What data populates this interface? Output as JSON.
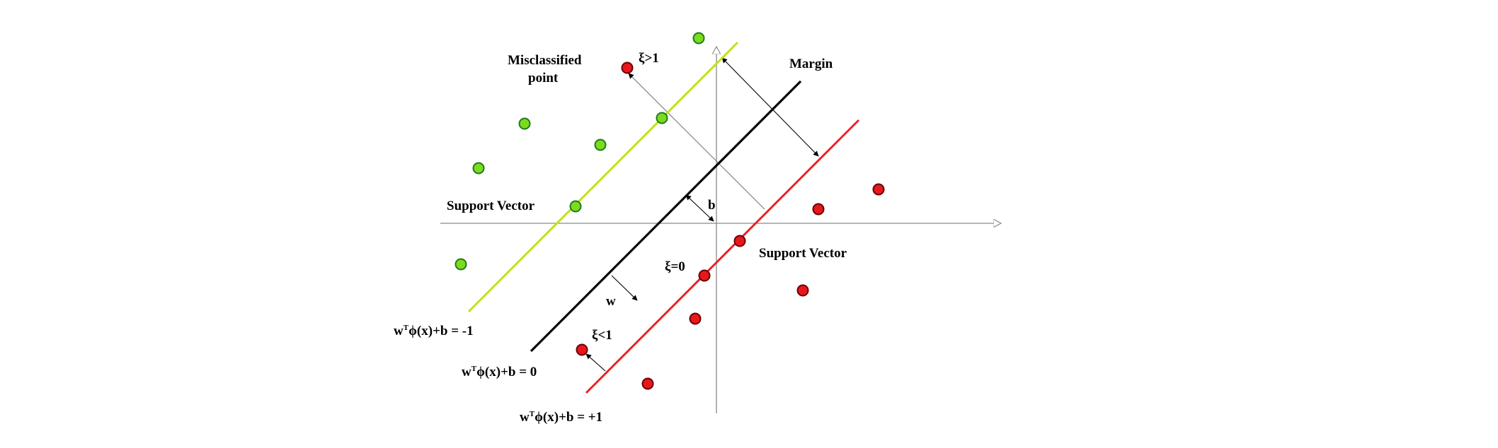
{
  "labels": {
    "misclassified_line1": "Misclassified",
    "misclassified_line2": "point",
    "xi_gt1": "ξ>1",
    "margin": "Margin",
    "support_vector_left": "Support Vector",
    "support_vector_right": "Support Vector",
    "b": "b",
    "xi_eq0": "ξ=0",
    "w": "w",
    "xi_lt1": "ξ<1",
    "eq_minus1_w": "w",
    "eq_minus1_t": "T",
    "eq_minus1_rest": "ϕ(x)+b = -1",
    "eq_zero_w": "w",
    "eq_zero_t": "T",
    "eq_zero_rest": "ϕ(x)+b = 0",
    "eq_plus1_w": "w",
    "eq_plus1_t": "T",
    "eq_plus1_rest": "ϕ(x)+b = +1"
  },
  "colors": {
    "green_point_fill": "#7ddb1e",
    "green_point_stroke": "#1f7a1f",
    "red_point_fill": "#e8171c",
    "red_point_stroke": "#6a0000",
    "green_line": "#c2e01a",
    "black_line": "#000000",
    "red_line": "#ee2027",
    "axis": "#8a8a8a"
  }
}
